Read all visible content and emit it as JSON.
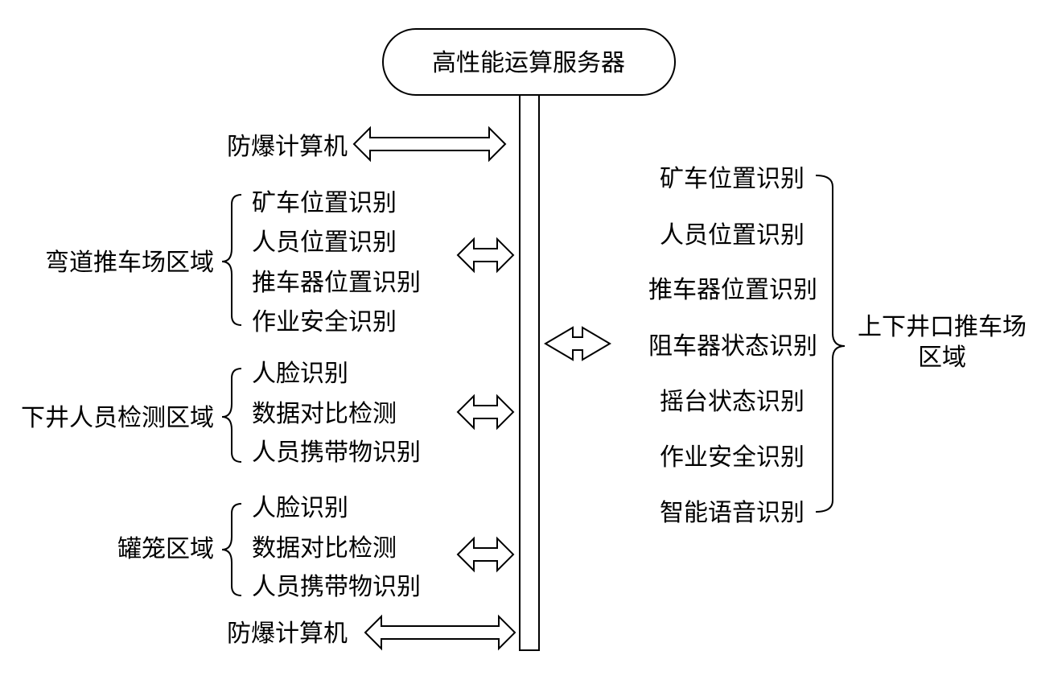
{
  "server": {
    "label": "高性能运算服务器"
  },
  "computer_top": {
    "label": "防爆计算机"
  },
  "computer_bottom": {
    "label": "防爆计算机"
  },
  "left_groups": [
    {
      "title": "弯道推车场区域",
      "items": [
        "矿车位置识别",
        "人员位置识别",
        "推车器位置识别",
        "作业安全识别"
      ]
    },
    {
      "title": "下井人员检测区域",
      "items": [
        "人脸识别",
        "数据对比检测",
        "人员携带物识别"
      ]
    },
    {
      "title": "罐笼区域",
      "items": [
        "人脸识别",
        "数据对比检测",
        "人员携带物识别"
      ]
    }
  ],
  "right_group": {
    "title_line1": "上下井口推车场",
    "title_line2": "区域",
    "items": [
      "矿车位置识别",
      "人员位置识别",
      "推车器位置识别",
      "阻车器状态识别",
      "摇台状态识别",
      "作业安全识别",
      "智能语音识别"
    ]
  }
}
